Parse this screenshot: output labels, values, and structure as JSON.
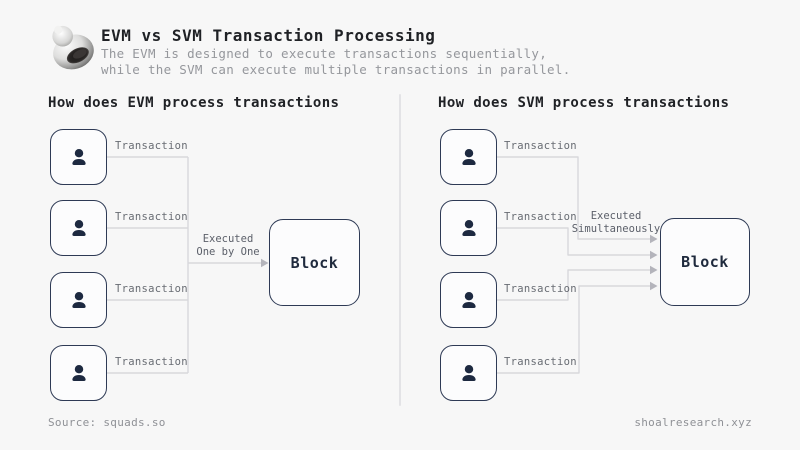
{
  "header": {
    "title": "EVM vs SVM Transaction Processing",
    "subtitle_line1": "The EVM is designed to execute transactions sequentially,",
    "subtitle_line2": "while the SVM can execute multiple transactions in parallel."
  },
  "panels": {
    "evm": {
      "heading": "How does EVM process transactions",
      "transactions": [
        {
          "label": "Transaction"
        },
        {
          "label": "Transaction"
        },
        {
          "label": "Transaction"
        },
        {
          "label": "Transaction"
        }
      ],
      "flow_label_line1": "Executed",
      "flow_label_line2": "One by One",
      "block_label": "Block"
    },
    "svm": {
      "heading": "How does SVM process transactions",
      "transactions": [
        {
          "label": "Transaction"
        },
        {
          "label": "Transaction"
        },
        {
          "label": "Transaction"
        },
        {
          "label": "Transaction"
        }
      ],
      "flow_label_line1": "Executed",
      "flow_label_line2": "Simultaneously",
      "block_label": "Block"
    }
  },
  "footer": {
    "source": "Source: squads.so",
    "site": "shoalresearch.xyz"
  },
  "icons": {
    "logo": "seashell-logo",
    "agent": "person-icon",
    "arrow": "arrowhead-right-icon"
  },
  "colors": {
    "background": "#f7f7f7",
    "box_fill": "#fcfcfd",
    "box_border": "#2e3a55",
    "person_icon": "#1d2940",
    "connector_line": "#d8d8dc",
    "arrowhead": "#b4b4bb",
    "heading_text": "#1f2125",
    "muted_text": "#95979c",
    "label_text": "#686c73",
    "footer_text": "#8f9196",
    "divider": "#e3e3e6"
  }
}
